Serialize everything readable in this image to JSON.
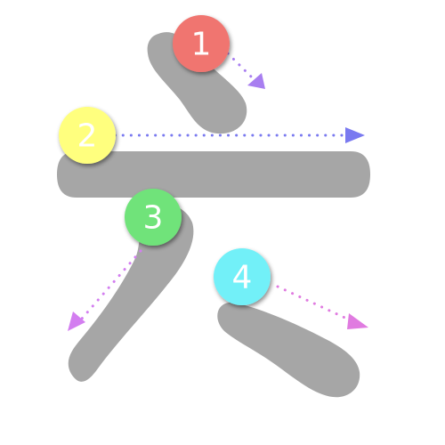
{
  "diagram": {
    "character": "六",
    "stroke_color": "#a6a6a6",
    "strokes": [
      {
        "number": "1",
        "badge_color": "#f07470",
        "arrow_color": "#a87ef0"
      },
      {
        "number": "2",
        "badge_color": "#ffff7e",
        "arrow_color": "#7a7af0"
      },
      {
        "number": "3",
        "badge_color": "#6fe37a",
        "arrow_color": "#d37ef0"
      },
      {
        "number": "4",
        "badge_color": "#72f0f8",
        "arrow_color": "#e07be0"
      }
    ]
  }
}
